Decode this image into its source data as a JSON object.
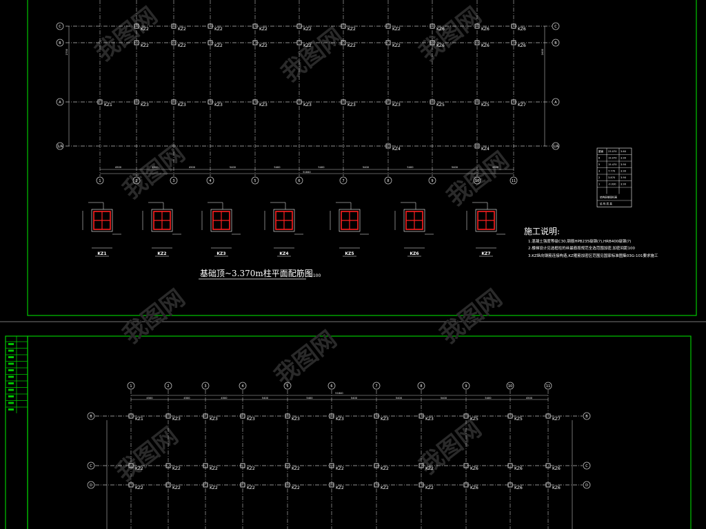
{
  "top_plan": {
    "title": "基础顶~3.370m柱平面配筋图",
    "scale": "1:100",
    "grid_numbers": [
      "1",
      "2",
      "3",
      "4",
      "5",
      "6",
      "7",
      "8",
      "9",
      "10",
      "11"
    ],
    "row_axes": [
      "C",
      "B",
      "A",
      "1/A"
    ],
    "rows": [
      {
        "axis": "C",
        "labels": [
          "",
          "KZ2",
          "KZ2",
          "KZ2",
          "KZ2",
          "KZ2",
          "KZ2",
          "KZ2",
          "KZ6",
          "KZ6",
          "KZ6"
        ]
      },
      {
        "axis": "B",
        "labels": [
          "",
          "KZ2",
          "KZ2",
          "KZ2",
          "KZ2",
          "KZ2",
          "KZ2",
          "KZ2",
          "KZ6",
          "KZ6",
          "KZ6"
        ]
      },
      {
        "axis": "A",
        "labels": [
          "KZ1",
          "KZ3",
          "KZ3",
          "KZ3",
          "KZ3",
          "KZ3",
          "KZ3",
          "KZ3",
          "KZ5",
          "KZ5",
          "KZ7"
        ]
      },
      {
        "axis": "1/A",
        "labels": [
          "",
          "",
          "",
          "",
          "",
          "",
          "",
          "KZ4",
          "",
          "KZ4",
          ""
        ]
      }
    ],
    "dim_spans": [
      "4500",
      "4500",
      "4500",
      "5400",
      "5400",
      "5400",
      "5400",
      "5400",
      "5400",
      "4500"
    ],
    "total_dim": "51840",
    "side_dims": [
      "2700",
      "2400"
    ]
  },
  "column_details": [
    {
      "name": "KZ1"
    },
    {
      "name": "KZ2"
    },
    {
      "name": "KZ3"
    },
    {
      "name": "KZ4"
    },
    {
      "name": "KZ5"
    },
    {
      "name": "KZ6"
    },
    {
      "name": "KZ7"
    }
  ],
  "notes": {
    "heading": "施工说明:",
    "lines": [
      "1.混凝土强度等级C30,钢筋HPB235级钢(?),HRB400级钢(?)",
      "2.楼梯设计见选框柱的丝最筋按规范全选范围加密,加密间距100",
      "3.KZ纵向钢筋连接构造,KZ箍筋加密区范围见国家标准图集03G-101要求施工"
    ]
  },
  "level_table": {
    "rows": [
      {
        "floor": "屋面",
        "elev": "23.070",
        "height": "3.60"
      },
      {
        "floor": "6",
        "elev": "19.070",
        "height": "3.90"
      },
      {
        "floor": "5",
        "elev": "15.470",
        "height": "3.90"
      },
      {
        "floor": "3",
        "elev": "7.770",
        "height": "3.90"
      },
      {
        "floor": "2",
        "elev": "3.870",
        "height": "3.90"
      },
      {
        "floor": "1",
        "elev": "-0.030",
        "height": "3.90"
      }
    ],
    "footer": "结构层楼面标高",
    "subfooter": "结 构 层 高"
  },
  "bottom_plan": {
    "grid_numbers": [
      "1",
      "2",
      "3",
      "4",
      "5",
      "6",
      "7",
      "8",
      "9",
      "10",
      "11"
    ],
    "row_axes": [
      "B",
      "C",
      "D"
    ],
    "rows": [
      {
        "axis": "B",
        "labels": [
          "KZ1",
          "KZ3",
          "KZ3",
          "KZ3",
          "KZ3",
          "KZ3",
          "KZ3",
          "KZ3",
          "KZ5",
          "KZ5",
          "KZ7"
        ]
      },
      {
        "axis": "C",
        "labels": [
          "KZ2",
          "KZ2",
          "KZ2",
          "KZ2",
          "KZ2",
          "KZ2",
          "KZ2",
          "KZ2",
          "KZ6",
          "KZ6",
          "KZ6"
        ]
      },
      {
        "axis": "D",
        "labels": [
          "KZ2",
          "KZ2",
          "KZ2",
          "KZ2",
          "KZ2",
          "KZ2",
          "KZ2",
          "KZ2",
          "KZ6",
          "KZ6",
          "KZ6"
        ]
      }
    ],
    "total_dim": "51840"
  },
  "colors": {
    "background": "#000000",
    "frame": "#00c800",
    "grid_line": "#bfbfbf",
    "text": "#ffffff",
    "rebar_red": "#ff2020",
    "watermark": "#2a2a2a"
  },
  "watermark_text": "我图网"
}
